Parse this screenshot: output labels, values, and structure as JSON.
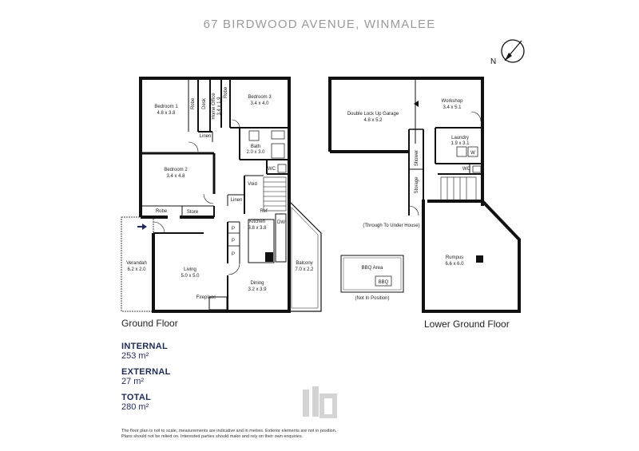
{
  "title": "67 BIRDWOOD AVENUE, WINMALEE",
  "compass_label": "N",
  "floors": {
    "ground": "Ground Floor",
    "lower": "Lower Ground Floor"
  },
  "rooms": {
    "bedroom1": {
      "name": "Bedroom 1",
      "dims": "4.8 x 3.8"
    },
    "bedroom2": {
      "name": "Bedroom 2",
      "dims": "3.4 x 4.8"
    },
    "bedroom3": {
      "name": "Bedroom 3",
      "dims": "3.4 x 4.0"
    },
    "home_office": {
      "name": "Home Office",
      "dims": "3.4 x 1.9"
    },
    "desk": "Desk",
    "robe1": "Robe",
    "robe2": "Robe",
    "robe3": "Robe",
    "linen1": "Linen",
    "linen2": "Linen",
    "bath": {
      "name": "Bath",
      "dims": "2.0 x 3.0"
    },
    "wc1": "WC",
    "void": "Void",
    "store": "Store",
    "kitchen": {
      "name": "Kitchen",
      "dims": "3.8 x 3.8"
    },
    "ref": "Ref",
    "dw": "DW",
    "p": "P",
    "living": {
      "name": "Living",
      "dims": "5.0 x 5.0"
    },
    "dining": {
      "name": "Dining",
      "dims": "3.2 x 3.9"
    },
    "fireplace": "Fireplace",
    "verandah": {
      "name": "Verandah",
      "dims": "6.2 x 2.0"
    },
    "balcony": {
      "name": "Balcony",
      "dims": "7.0 x 2.2"
    },
    "garage": {
      "name": "Double Lock Up Garage",
      "dims": "4.8 x 5.2"
    },
    "workshop": {
      "name": "Workshop",
      "dims": "3.4 x 5.1"
    },
    "laundry": {
      "name": "Laundry",
      "dims": "1.9 x 3.1"
    },
    "washer": "W",
    "wc2": "WC",
    "shower": "Shower",
    "storage": "Storage",
    "under_house": "(Through To Under House)",
    "rumpus": {
      "name": "Rumpus",
      "dims": "6.6 x 6.0"
    },
    "bbq_area": "BBQ Area",
    "bbq": "BBQ",
    "not_in_position": "(Not In Position)"
  },
  "areas": [
    {
      "label": "INTERNAL",
      "value": "253 m²"
    },
    {
      "label": "EXTERNAL",
      "value": "27 m²"
    },
    {
      "label": "TOTAL",
      "value": "280 m²"
    }
  ],
  "disclaimer": [
    "The floor plan is not to scale, measurements are indicative and in metres. Exterior elements are not in position.",
    "Plans should not be relied on. Interested parties should make and rely on their own enquiries."
  ],
  "colors": {
    "wall": "#111111",
    "title": "#9a9a9a",
    "stats": "#1e2a5a",
    "logo": "#d4d4d4",
    "arrow": "#1e2a5a"
  }
}
